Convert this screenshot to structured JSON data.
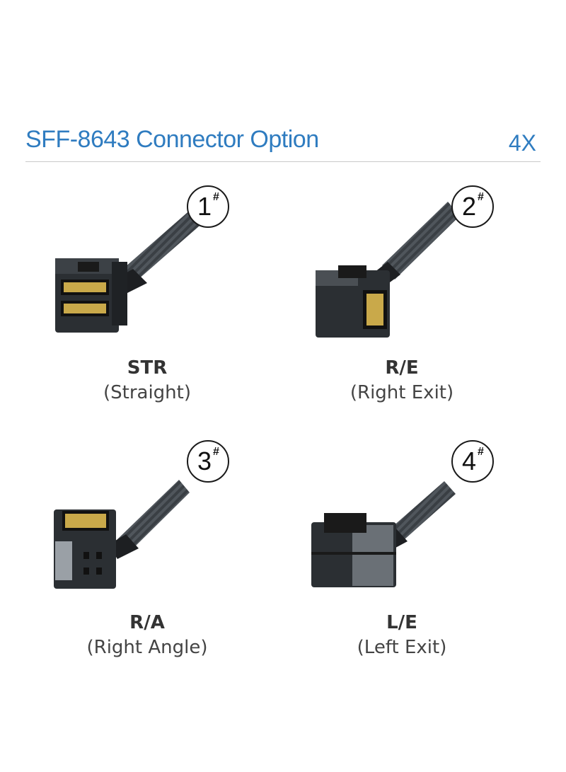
{
  "header": {
    "title": "SFF-8643 Connector Option",
    "count": "4X"
  },
  "options": [
    {
      "number": "1",
      "mark": "#",
      "code": "STR",
      "description": "(Straight)"
    },
    {
      "number": "2",
      "mark": "#",
      "code": "R/E",
      "description": "(Right Exit)"
    },
    {
      "number": "3",
      "mark": "#",
      "code": "R/A",
      "description": "(Right Angle)"
    },
    {
      "number": "4",
      "mark": "#",
      "code": "L/E",
      "description": "(Left Exit)"
    }
  ],
  "colors": {
    "accent": "#2f7cc0",
    "cable": "#3a3f44",
    "housing": "#2b2f33",
    "pins": "#c9a94a"
  }
}
